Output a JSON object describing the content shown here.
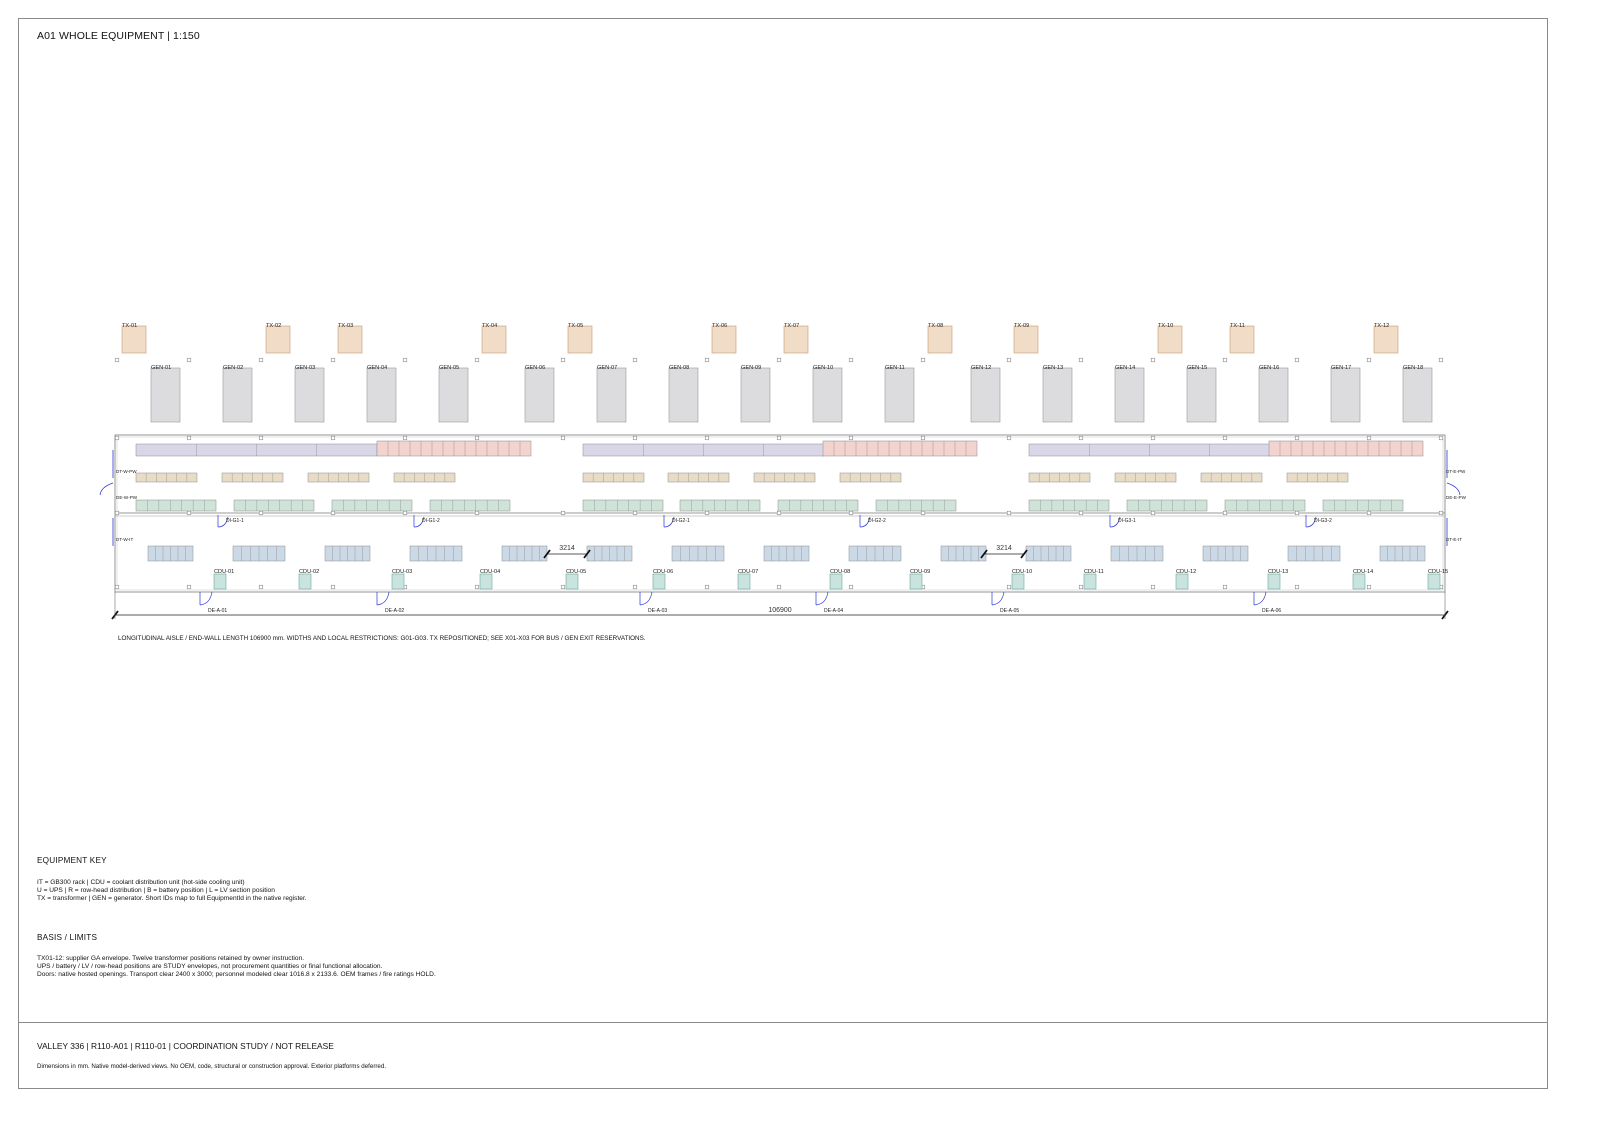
{
  "sheet": {
    "title": "A01 WHOLE EQUIPMENT | 1:150",
    "footer_title": "VALLEY 336 | R110-A01 | R110-01 | COORDINATION STUDY / NOT RELEASE",
    "footer_note": "Dimensions in mm. Native model-derived views. No OEM, code, structural or construction approval. Exterior platforms deferred."
  },
  "plan": {
    "transformers": [
      "TX-01",
      "TX-02",
      "TX-03",
      "TX-04",
      "TX-05",
      "TX-06",
      "TX-07",
      "TX-08",
      "TX-09",
      "TX-10",
      "TX-11",
      "TX-12"
    ],
    "generators": [
      "GEN-01",
      "GEN-02",
      "GEN-03",
      "GEN-04",
      "GEN-05",
      "GEN-06",
      "GEN-07",
      "GEN-08",
      "GEN-09",
      "GEN-10",
      "GEN-11",
      "GEN-12",
      "GEN-13",
      "GEN-14",
      "GEN-15",
      "GEN-16",
      "GEN-17",
      "GEN-18"
    ],
    "cdus": [
      "CDU-01",
      "CDU-02",
      "CDU-03",
      "CDU-04",
      "CDU-05",
      "CDU-06",
      "CDU-07",
      "CDU-08",
      "CDU-09",
      "CDU-10",
      "CDU-11",
      "CDU-12",
      "CDU-13",
      "CDU-14",
      "CDU-15"
    ],
    "aisle_doors": [
      "DI-G1-1",
      "DI-G1-2",
      "DI-G2-1",
      "DI-G2-2",
      "DI-G3-1",
      "DI-G3-2"
    ],
    "exit_doors": [
      "DE-A-01",
      "DE-A-02",
      "DE-A-03",
      "DE-A-04",
      "DE-A-05",
      "DE-A-06"
    ],
    "end_doors": {
      "west_pw_top": "DT-W-PW",
      "west_pw_exit": "DE-W-PW",
      "west_it": "DT-W-IT",
      "east_pw_top": "DT-E-PW",
      "east_pw_exit": "DE-E-PW",
      "east_it": "DT-E-IT"
    },
    "dimensions": {
      "aisle_gap_1": "3214",
      "aisle_gap_2": "3214",
      "overall_length": "106900"
    },
    "note": "LONGITUDINAL AISLE / END-WALL LENGTH 106900 mm. WIDTHS AND LOCAL RESTRICTIONS: G01-G03. TX REPOSITIONED; SEE X01-X03 FOR BUS / GEN EXIT RESERVATIONS."
  },
  "legend": {
    "colors": {
      "transformer": "#f1dcc8",
      "generator": "#dcdcde",
      "ups": "#d9d6e8",
      "lv_section": "#f2d3cd",
      "row_head": "#e9dcc7",
      "battery": "#cfe3d9",
      "it_rack": "#cbd9e6",
      "cdu": "#c9e4de",
      "door_swing": "#2a35d8"
    }
  },
  "equipment_key": {
    "heading": "EQUIPMENT KEY",
    "lines": [
      "IT = GB300 rack | CDU = coolant distribution unit (hot-side cooling unit)",
      "U = UPS | R = row-head distribution | B = battery position | L = LV section position",
      "TX = transformer | GEN = generator. Short IDs map to full EquipmentId in the native register."
    ]
  },
  "basis_limits": {
    "heading": "BASIS / LIMITS",
    "lines": [
      "TX01-12: supplier GA envelope. Twelve transformer positions retained by owner instruction.",
      "UPS / battery / LV / row-head positions are STUDY envelopes, not procurement quantities or final functional allocation.",
      "Doors: native hosted openings. Transport clear 2400 x 3000; personnel modeled clear 1016.8 x 2133.6. OEM frames / fire ratings HOLD."
    ]
  }
}
